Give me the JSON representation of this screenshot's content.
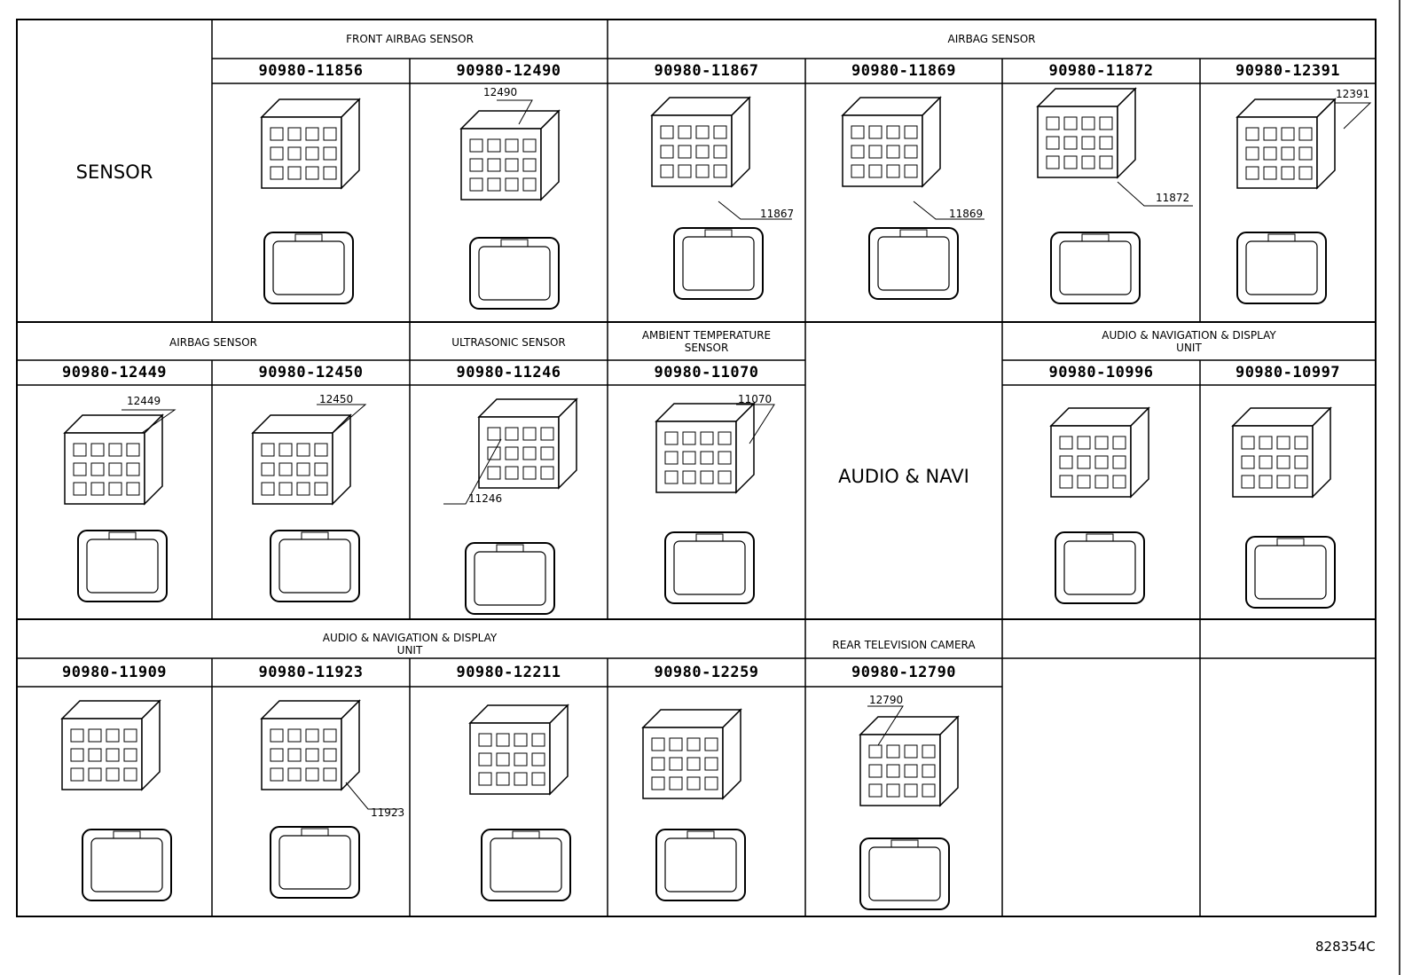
{
  "sections": {
    "sensor_row": "SENSOR",
    "front_airbag_sensor": "FRONT AIRBAG SENSOR",
    "airbag_sensor_top": "AIRBAG SENSOR",
    "airbag_sensor_mid": "AIRBAG SENSOR",
    "ultrasonic_sensor": "ULTRASONIC SENSOR",
    "ambient_temperature_sensor": "AMBIENT TEMPERATURE\nSENSOR",
    "audio_navi": "AUDIO & NAVI",
    "audio_nav_display_mid": "AUDIO & NAVIGATION & DISPLAY\nUNIT",
    "audio_nav_display_bottom": "AUDIO & NAVIGATION & DISPLAY\nUNIT",
    "rear_tv_camera": "REAR TELEVISION CAMERA"
  },
  "parts": {
    "p11856": "90980-11856",
    "p12490": "90980-12490",
    "p11867": "90980-11867",
    "p11869": "90980-11869",
    "p11872": "90980-11872",
    "p12391": "90980-12391",
    "p12449": "90980-12449",
    "p12450": "90980-12450",
    "p11246": "90980-11246",
    "p11070": "90980-11070",
    "p10996": "90980-10996",
    "p10997": "90980-10997",
    "p11909": "90980-11909",
    "p11923": "90980-11923",
    "p12211": "90980-12211",
    "p12259": "90980-12259",
    "p12790": "90980-12790"
  },
  "callouts": {
    "c12490": "12490",
    "c11867": "11867",
    "c11869": "11869",
    "c11872": "11872",
    "c12391": "12391",
    "c12449": "12449",
    "c12450": "12450",
    "c11246": "11246",
    "c11070": "11070",
    "c11923": "11923",
    "c12790": "12790"
  },
  "drawing_code": "828354C",
  "icons": {
    "connector": "connector-icon",
    "terminal_face": "terminal-face-icon"
  }
}
